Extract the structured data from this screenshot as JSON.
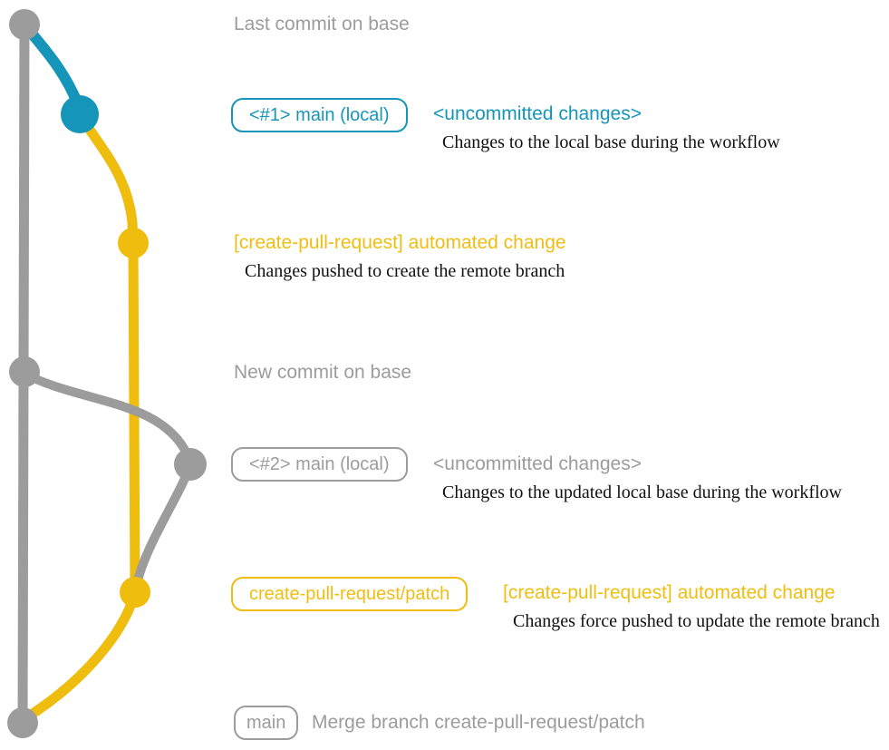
{
  "colors": {
    "gray": "#9c9c9c",
    "blue": "#1695ba",
    "yellow": "#eebd0e",
    "ink": "#111111",
    "background": "#ffffff"
  },
  "graph": {
    "branches": [
      {
        "name": "base (main remote)",
        "color": "#9c9c9c"
      },
      {
        "name": "main (local)",
        "color": "#1695ba"
      },
      {
        "name": "create-pull-request/patch",
        "color": "#eebd0e"
      }
    ],
    "commit_dots": [
      {
        "name": "last-commit-on-base",
        "color": "#9c9c9c"
      },
      {
        "name": "local-main-1",
        "color": "#1695ba"
      },
      {
        "name": "automated-change-1",
        "color": "#eebd0e"
      },
      {
        "name": "new-commit-on-base",
        "color": "#9c9c9c"
      },
      {
        "name": "local-main-2",
        "color": "#9c9c9c"
      },
      {
        "name": "automated-change-2",
        "color": "#eebd0e"
      },
      {
        "name": "merge-commit",
        "color": "#9c9c9c"
      }
    ]
  },
  "annotations": {
    "last_commit": "Last commit on base",
    "commit1_badge": "<#1> main (local)",
    "commit1_title": "<uncommitted changes>",
    "commit1_desc": "Changes to the local base during the workflow",
    "commit2_title": "[create-pull-request] automated change",
    "commit2_desc": "Changes pushed to create the remote branch",
    "new_commit": "New commit on base",
    "commit3_badge": "<#2> main (local)",
    "commit3_title": "<uncommitted changes>",
    "commit3_desc": "Changes to the updated local base during the workflow",
    "commit4_badge": "create-pull-request/patch",
    "commit4_title": "[create-pull-request] automated change",
    "commit4_desc": "Changes force pushed to update the remote branch",
    "merge_badge": "main",
    "merge_title": "Merge branch create-pull-request/patch"
  }
}
